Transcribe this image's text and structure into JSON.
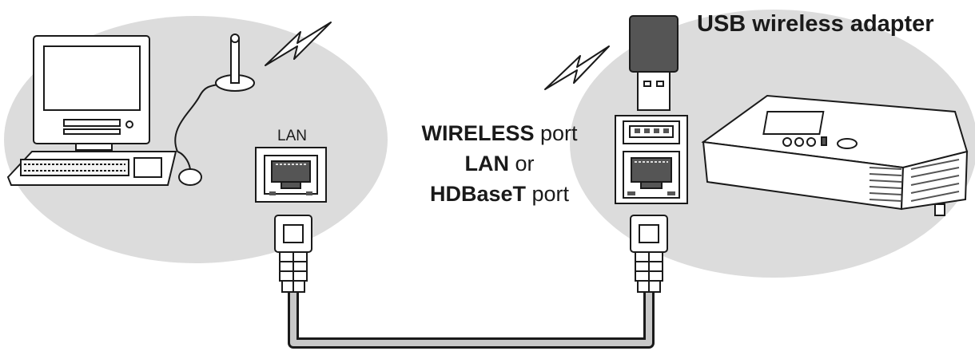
{
  "diagram": {
    "title_label": "USB wireless adapter",
    "lan_label": "LAN",
    "port_lines": [
      {
        "bold": "WIRELESS",
        "rest": " port"
      },
      {
        "bold": "LAN",
        "rest": " or"
      },
      {
        "bold": "HDBaseT",
        "rest": " port"
      }
    ]
  },
  "colors": {
    "ellipse": "#dcdcdc",
    "line": "#1a1a1a",
    "cable": "#c8c8c8",
    "body_dark": "#555555",
    "white": "#ffffff"
  }
}
